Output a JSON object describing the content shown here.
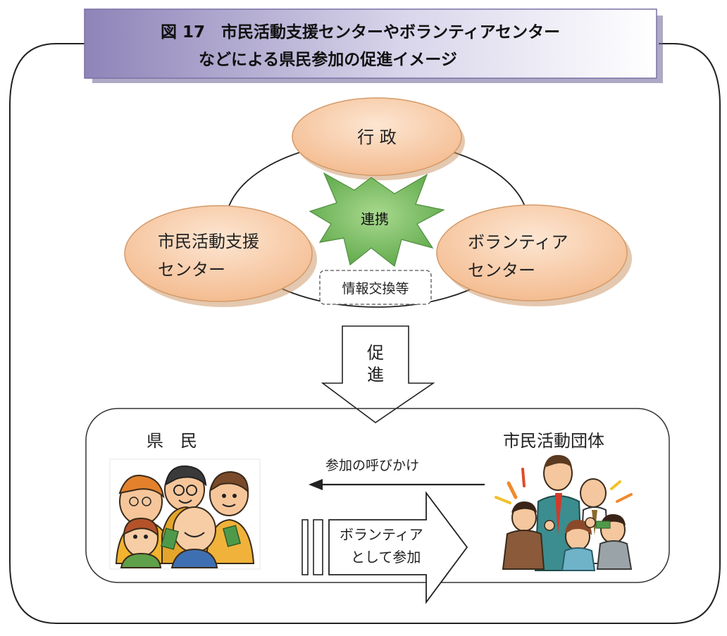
{
  "title": {
    "line1": "図 17　市民活動支援センターやボランティアセンター",
    "line2": "などによる県民参加の促進イメージ"
  },
  "top_cluster": {
    "gyosei": "行 政",
    "shimin_center": [
      "市民活動支援",
      "センター"
    ],
    "volunteer_center": [
      "ボランティア",
      "センター"
    ],
    "renkei": "連携",
    "joho": "情報交換等"
  },
  "promote": [
    "促",
    "進"
  ],
  "bottom_panel": {
    "kenmin": "県　民",
    "dantai": "市民活動団体",
    "call_label": "参加の呼びかけ",
    "join_label": [
      "ボランティア",
      "として参加"
    ]
  },
  "colors": {
    "title_band_left": "#8e84b8",
    "title_band_right": "#ffffff",
    "ellipse_fill": "#f5cba8",
    "ellipse_stroke": "#d9a06e",
    "star_fill": "#7fc06a",
    "line": "#222222"
  }
}
